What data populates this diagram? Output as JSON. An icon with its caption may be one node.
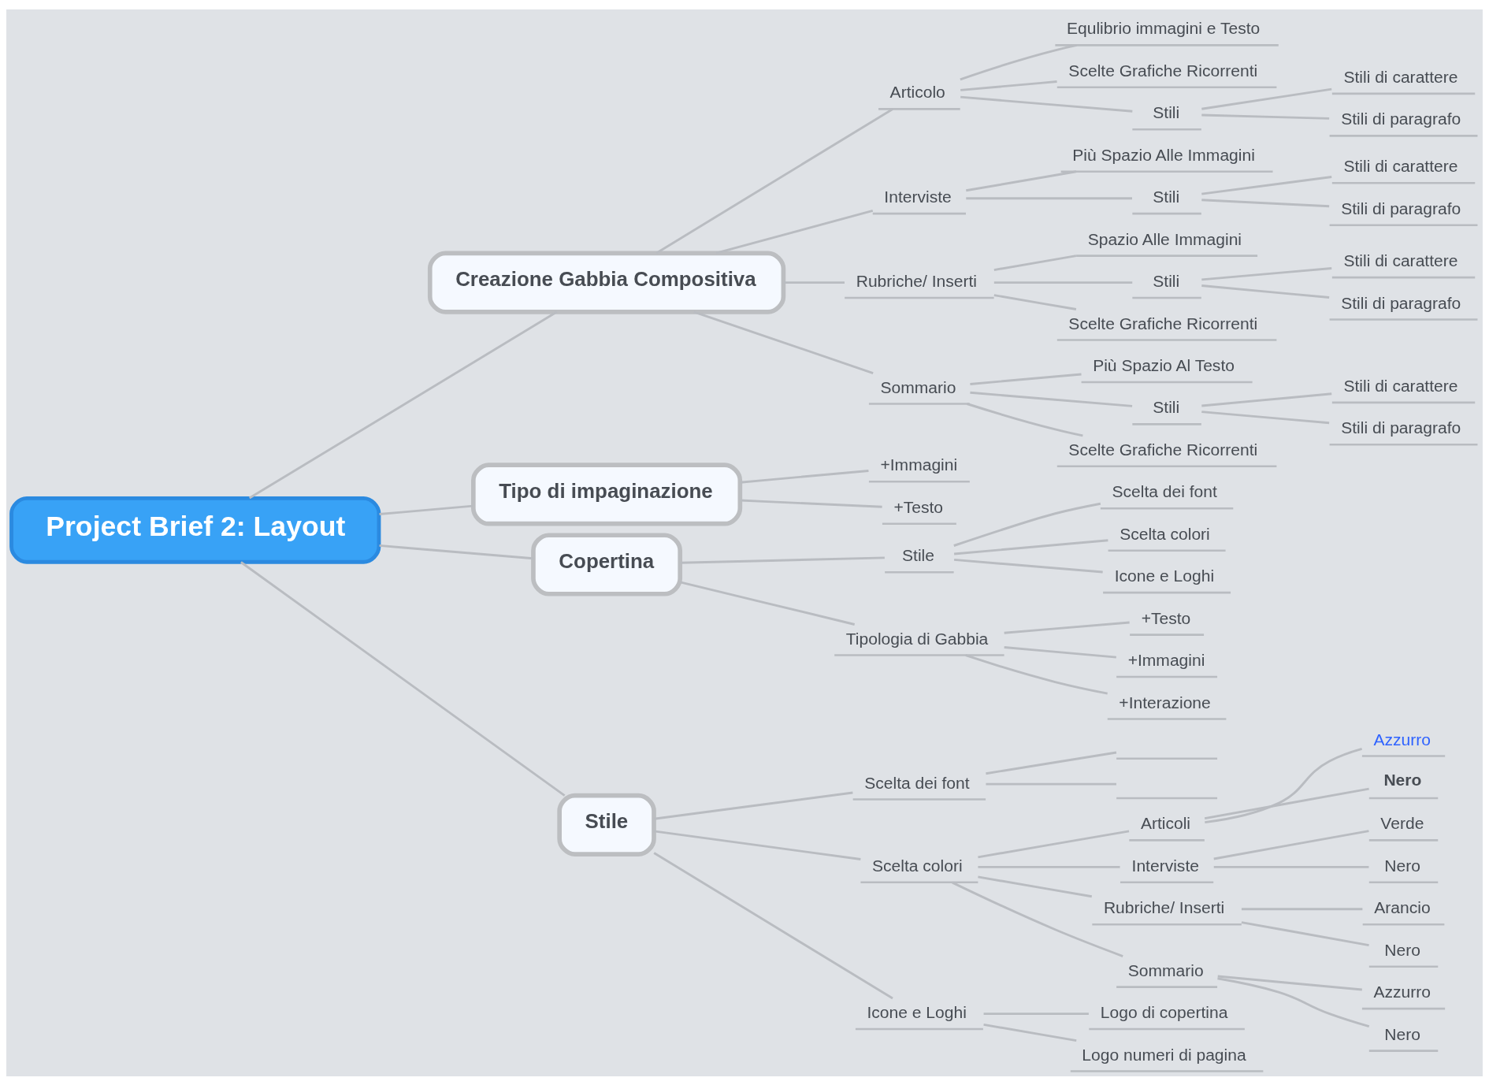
{
  "diagram": {
    "nodes": [
      {
        "text": [
          "Project Brief 2: Layout"
        ]
      },
      {
        "text": [
          "Creazione Gabbia Compositiva"
        ]
      },
      {
        "text": [
          "Articolo"
        ]
      },
      {
        "text": [
          "Equlibrio immagini e Testo"
        ]
      },
      {
        "text": [
          "Scelte Grafiche Ricorrenti"
        ]
      },
      {
        "text": [
          "Stili"
        ]
      },
      {
        "text": [
          "Stili di carattere"
        ]
      },
      {
        "text": [
          "Stili di paragrafo"
        ]
      },
      {
        "text": [
          "Interviste"
        ]
      },
      {
        "text": [
          "Più Spazio Alle Immagini"
        ]
      },
      {
        "text": [
          "Stili"
        ]
      },
      {
        "text": [
          "Stili di carattere"
        ]
      },
      {
        "text": [
          "Stili di paragrafo"
        ]
      },
      {
        "text": [
          "Rubriche/ Inserti"
        ]
      },
      {
        "text": [
          "Spazio Alle Immagini"
        ]
      },
      {
        "text": [
          "Stili"
        ]
      },
      {
        "text": [
          "Stili di carattere"
        ]
      },
      {
        "text": [
          "Stili di paragrafo"
        ]
      },
      {
        "text": [
          "Scelte Grafiche Ricorrenti"
        ]
      },
      {
        "text": [
          "Sommario"
        ]
      },
      {
        "text": [
          "Più Spazio Al Testo"
        ]
      },
      {
        "text": [
          "Stili"
        ]
      },
      {
        "text": [
          "Stili di carattere"
        ]
      },
      {
        "text": [
          "Stili di paragrafo"
        ]
      },
      {
        "text": [
          "Scelte Grafiche Ricorrenti"
        ]
      },
      {
        "text": [
          "Tipo di impaginazione"
        ]
      },
      {
        "text": [
          "+Immagini"
        ]
      },
      {
        "text": [
          "+Testo"
        ]
      },
      {
        "text": [
          "Copertina"
        ]
      },
      {
        "text": [
          "Stile"
        ]
      },
      {
        "text": [
          "Scelta dei font"
        ]
      },
      {
        "text": [
          "Scelta colori"
        ]
      },
      {
        "text": [
          "Icone e Loghi"
        ]
      },
      {
        "text": [
          "Tipologia di Gabbia"
        ]
      },
      {
        "text": [
          "+Testo"
        ]
      },
      {
        "text": [
          "+Immagini"
        ]
      },
      {
        "text": [
          "+Interazione"
        ]
      },
      {
        "text": [
          "Stile"
        ]
      },
      {
        "text": [
          "Scelta dei font"
        ]
      },
      {
        "text": [],
        "shape": "line"
      },
      {
        "text": [],
        "shape": "line"
      },
      {
        "text": [
          "Scelta colori"
        ]
      },
      {
        "text": [
          "Articoli"
        ]
      },
      {
        "text": [
          "Azzurro"
        ]
      },
      {
        "text": [
          "Nero"
        ]
      },
      {
        "text": [
          "Interviste"
        ]
      },
      {
        "text": [
          "Verde"
        ]
      },
      {
        "text": [
          "Nero"
        ]
      },
      {
        "text": [
          "Rubriche/ Inserti"
        ]
      },
      {
        "text": [
          "Arancio"
        ]
      },
      {
        "text": [
          "Nero"
        ]
      },
      {
        "text": [
          "Sommario"
        ]
      },
      {
        "text": [
          "Azzurro"
        ]
      },
      {
        "text": [
          "Nero"
        ]
      },
      {
        "text": [
          "Icone e Loghi"
        ]
      },
      {
        "text": [
          "Logo di copertina"
        ]
      },
      {
        "text": [
          "Logo numeri di pagina"
        ]
      }
    ],
    "edges": [
      {
        "from": 0,
        "to": 1,
        "arrow": "none"
      },
      {
        "from": 1,
        "to": 2,
        "arrow": "none"
      },
      {
        "from": 2,
        "to": 3,
        "arrow": "none"
      },
      {
        "from": 2,
        "to": 4,
        "arrow": "none"
      },
      {
        "from": 2,
        "to": 5,
        "arrow": "none"
      },
      {
        "from": 5,
        "to": 6,
        "arrow": "none"
      },
      {
        "from": 5,
        "to": 7,
        "arrow": "none"
      },
      {
        "from": 1,
        "to": 8,
        "arrow": "none"
      },
      {
        "from": 8,
        "to": 9,
        "arrow": "none"
      },
      {
        "from": 8,
        "to": 10,
        "arrow": "none"
      },
      {
        "from": 10,
        "to": 11,
        "arrow": "none"
      },
      {
        "from": 10,
        "to": 12,
        "arrow": "none"
      },
      {
        "from": 1,
        "to": 13,
        "arrow": "none"
      },
      {
        "from": 13,
        "to": 14,
        "arrow": "none"
      },
      {
        "from": 13,
        "to": 15,
        "arrow": "none"
      },
      {
        "from": 15,
        "to": 16,
        "arrow": "none"
      },
      {
        "from": 15,
        "to": 17,
        "arrow": "none"
      },
      {
        "from": 13,
        "to": 18,
        "arrow": "none"
      },
      {
        "from": 1,
        "to": 19,
        "arrow": "none"
      },
      {
        "from": 19,
        "to": 20,
        "arrow": "none"
      },
      {
        "from": 19,
        "to": 21,
        "arrow": "none"
      },
      {
        "from": 21,
        "to": 22,
        "arrow": "none"
      },
      {
        "from": 21,
        "to": 23,
        "arrow": "none"
      },
      {
        "from": 19,
        "to": 24,
        "arrow": "none"
      },
      {
        "from": 0,
        "to": 25,
        "arrow": "none"
      },
      {
        "from": 25,
        "to": 26,
        "arrow": "none"
      },
      {
        "from": 25,
        "to": 27,
        "arrow": "none"
      },
      {
        "from": 0,
        "to": 28,
        "arrow": "none"
      },
      {
        "from": 28,
        "to": 29,
        "arrow": "none"
      },
      {
        "from": 29,
        "to": 30,
        "arrow": "none"
      },
      {
        "from": 29,
        "to": 31,
        "arrow": "none"
      },
      {
        "from": 29,
        "to": 32,
        "arrow": "none"
      },
      {
        "from": 28,
        "to": 33,
        "arrow": "none"
      },
      {
        "from": 33,
        "to": 34,
        "arrow": "none"
      },
      {
        "from": 33,
        "to": 35,
        "arrow": "none"
      },
      {
        "from": 33,
        "to": 36,
        "arrow": "none"
      },
      {
        "from": 0,
        "to": 37,
        "arrow": "none"
      },
      {
        "from": 37,
        "to": 38,
        "arrow": "none"
      },
      {
        "from": 38,
        "to": 39,
        "arrow": "none"
      },
      {
        "from": 38,
        "to": 40,
        "arrow": "none"
      },
      {
        "from": 37,
        "to": 41,
        "arrow": "none"
      },
      {
        "from": 41,
        "to": 42,
        "arrow": "none"
      },
      {
        "from": 42,
        "to": 43,
        "arrow": "none"
      },
      {
        "from": 42,
        "to": 44,
        "arrow": "none"
      },
      {
        "from": 41,
        "to": 45,
        "arrow": "none"
      },
      {
        "from": 45,
        "to": 46,
        "arrow": "none"
      },
      {
        "from": 45,
        "to": 47,
        "arrow": "none"
      },
      {
        "from": 41,
        "to": 48,
        "arrow": "none"
      },
      {
        "from": 48,
        "to": 49,
        "arrow": "none"
      },
      {
        "from": 48,
        "to": 50,
        "arrow": "none"
      },
      {
        "from": 41,
        "to": 51,
        "arrow": "none"
      },
      {
        "from": 51,
        "to": 52,
        "arrow": "none"
      },
      {
        "from": 51,
        "to": 53,
        "arrow": "none"
      },
      {
        "from": 37,
        "to": 54,
        "arrow": "none"
      },
      {
        "from": 54,
        "to": 55,
        "arrow": "none"
      },
      {
        "from": 54,
        "to": 56,
        "arrow": "none"
      }
    ]
  }
}
